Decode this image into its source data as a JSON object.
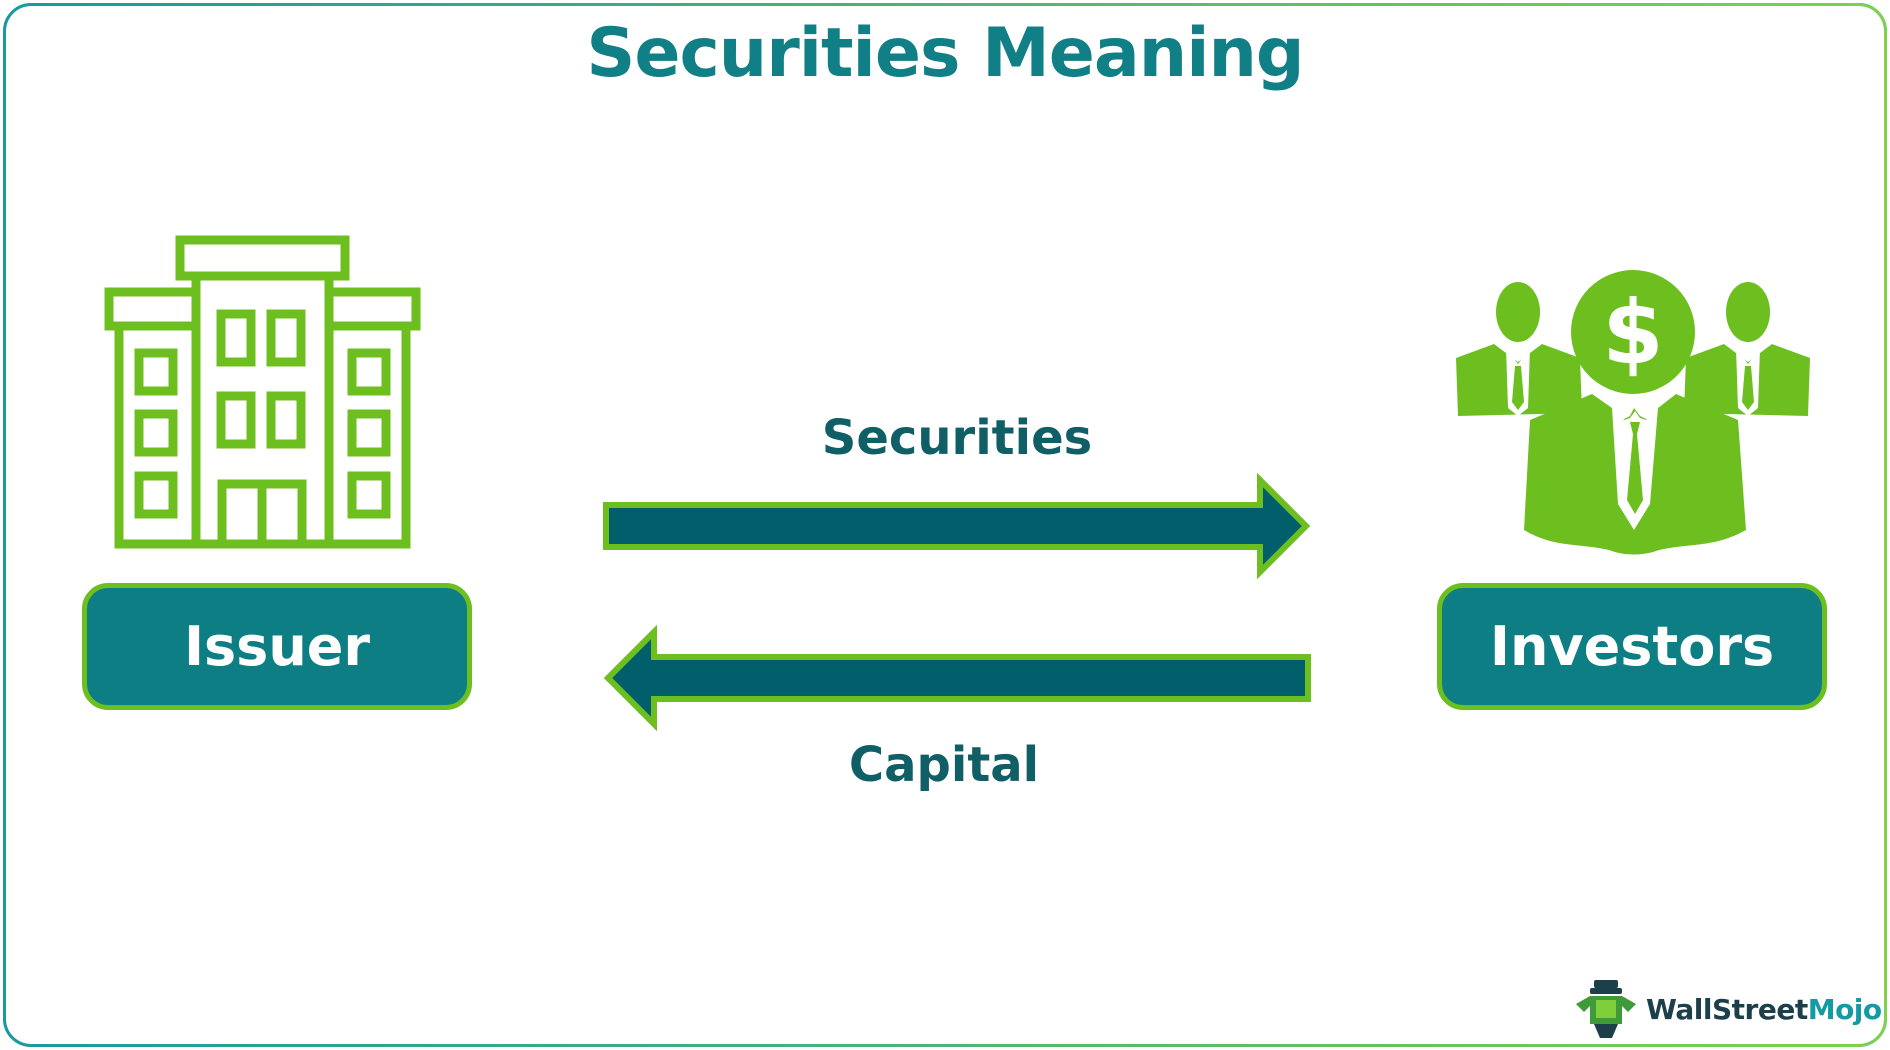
{
  "title": "Securities Meaning",
  "nodes": {
    "issuer": {
      "label": "Issuer",
      "icon": "office-building-icon"
    },
    "investors": {
      "label": "Investors",
      "icon": "investors-dollar-icon"
    }
  },
  "flows": {
    "securities": {
      "label": "Securities",
      "direction": "issuer-to-investors"
    },
    "capital": {
      "label": "Capital",
      "direction": "investors-to-issuer"
    }
  },
  "logo": {
    "part1": "WallStreet",
    "part2": "Mojo",
    "icon": "wallstreetmojo-logo-icon"
  },
  "colors": {
    "teal": "#0c7e84",
    "dark_teal": "#005f6b",
    "green": "#6cbf1f",
    "title": "#117f86"
  }
}
